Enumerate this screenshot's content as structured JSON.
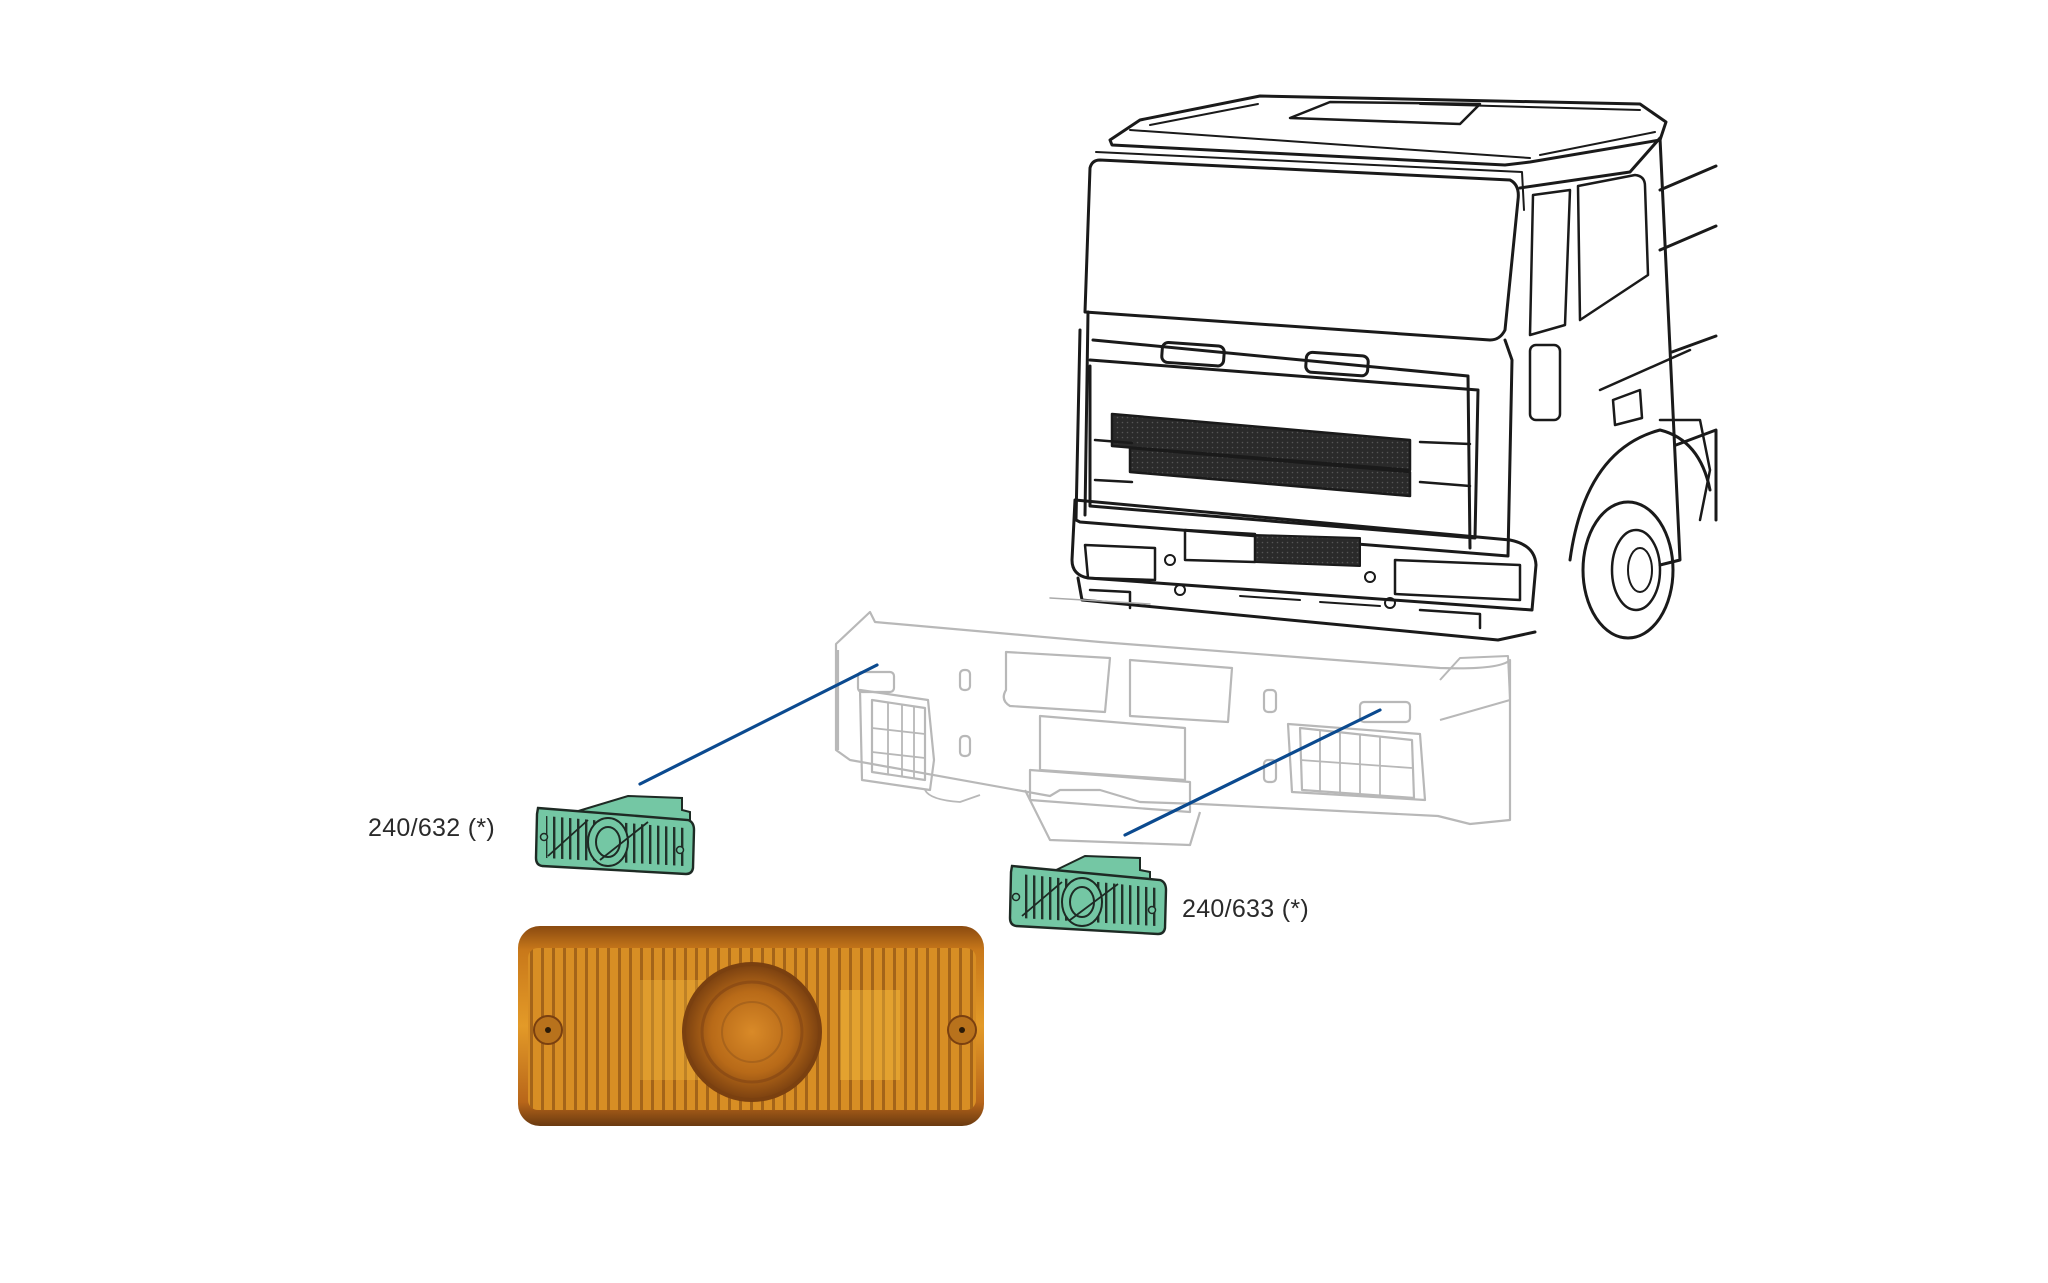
{
  "figure": {
    "subject": "truck front bumper side marker lamps",
    "callouts": [
      {
        "part_number": "240/632 (*)",
        "position_word": "left"
      },
      {
        "part_number": "240/633 (*)",
        "position_word": "right"
      }
    ],
    "colors": {
      "line_art": "#1a1a1a",
      "bumper_ghost": "#b8b8b8",
      "leader_line": "#0b4a8f",
      "lamp_green": "#74c7a4",
      "lamp_amber": "#d98a1a"
    }
  }
}
